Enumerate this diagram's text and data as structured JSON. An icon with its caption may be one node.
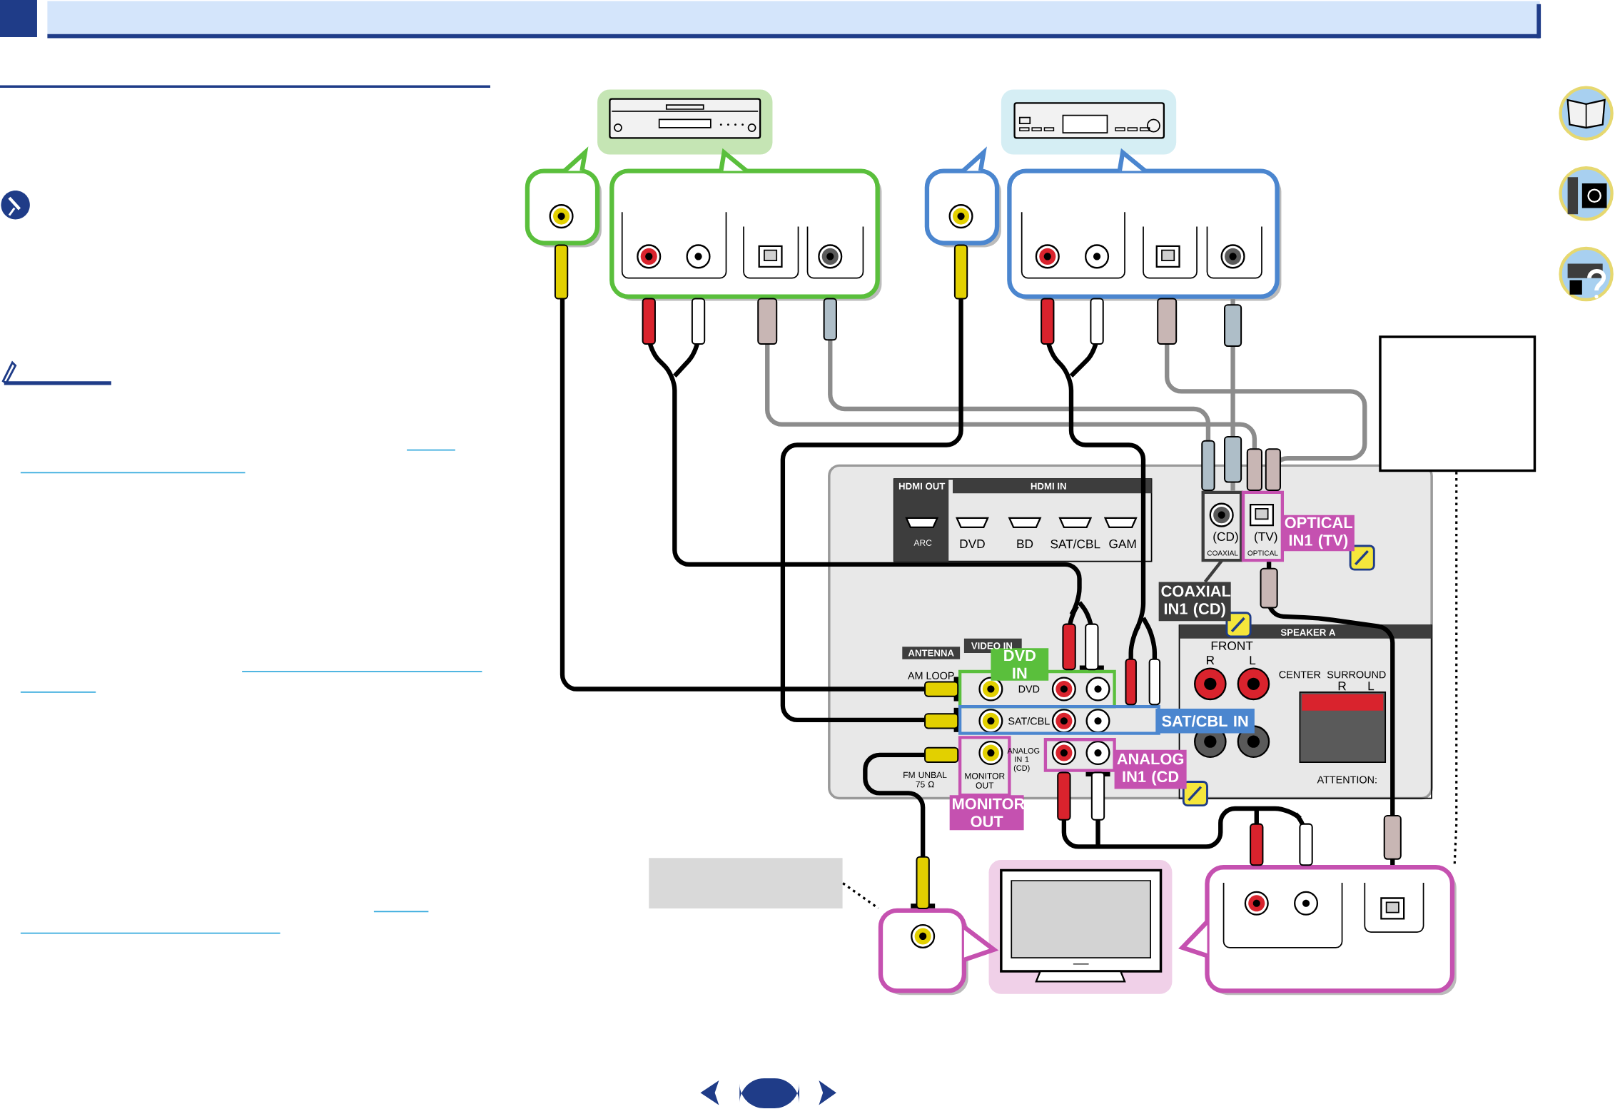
{
  "diagram": {
    "nodes": [
      {
        "text": [],
        "shape": "picture"
      },
      {
        "text": [],
        "shape": "box"
      },
      {
        "text": [],
        "shape": "box"
      },
      {
        "text": [],
        "shape": "picture"
      },
      {
        "text": [],
        "shape": "box"
      },
      {
        "text": [],
        "shape": "box"
      },
      {
        "text": [],
        "shape": "box"
      },
      {
        "text": [],
        "shape": "box"
      },
      {
        "text": [
          "DVD IN"
        ],
        "in": 7
      },
      {
        "text": [
          "SAT/CBL IN"
        ],
        "in": 7
      },
      {
        "text": [
          "ANALOG IN1 (CD"
        ],
        "in": 7
      },
      {
        "text": [
          "MONITOR OUT"
        ]
      },
      {
        "text": [
          "COAXIAL IN1 (CD)"
        ],
        "in": 7
      },
      {
        "text": [
          "OPTICAL IN1 (TV)"
        ],
        "in": 7
      },
      {
        "text": [],
        "shape": "picture"
      },
      {
        "text": [],
        "shape": "box"
      },
      {
        "text": [],
        "shape": "box"
      },
      {
        "text": [],
        "shape": "box"
      }
    ],
    "edges": [
      {
        "from": 1,
        "to": 8,
        "arrow": "other"
      },
      {
        "from": 2,
        "to": 8,
        "arrow": "other"
      },
      {
        "from": 2,
        "to": 12,
        "arrow": "none",
        "color": "#8c8c8c"
      },
      {
        "from": 2,
        "to": 13,
        "arrow": "none",
        "color": "#8c8c8c"
      },
      {
        "from": 4,
        "to": 9,
        "arrow": "other"
      },
      {
        "from": 5,
        "to": 9,
        "arrow": "none"
      },
      {
        "from": 5,
        "to": 12,
        "arrow": "none",
        "color": "#8c8c8c"
      },
      {
        "from": 5,
        "to": 13,
        "arrow": "none",
        "color": "#8c8c8c"
      },
      {
        "from": 11,
        "to": 15,
        "arrow": "other"
      },
      {
        "from": 16,
        "to": 10,
        "arrow": "other"
      },
      {
        "from": 16,
        "to": 13,
        "arrow": "none"
      },
      {
        "from": 6,
        "to": 16,
        "arrow": "none",
        "style": "dashed"
      },
      {
        "from": 17,
        "to": 15,
        "arrow": "none",
        "style": "dashed"
      }
    ],
    "labels": [
      "HDMI OUT",
      "HDMI IN",
      "ARC",
      "DVD",
      "BD",
      "SAT/CBL",
      "GAM",
      "(CD)",
      "COAXIAL",
      "(TV)",
      "OPTICAL",
      "ANTENNA",
      "VIDEO IN",
      "AM LOOP",
      "DVD",
      "SAT/CBL",
      "ANALOG IN 1 (CD)",
      "FM UNBAL 75 Ω",
      "MONITOR OUT",
      "SPEAKER A",
      "FRONT",
      "R",
      "L",
      "CENTER",
      "SURROUND",
      "R",
      "L",
      "ATTENTION:"
    ]
  }
}
